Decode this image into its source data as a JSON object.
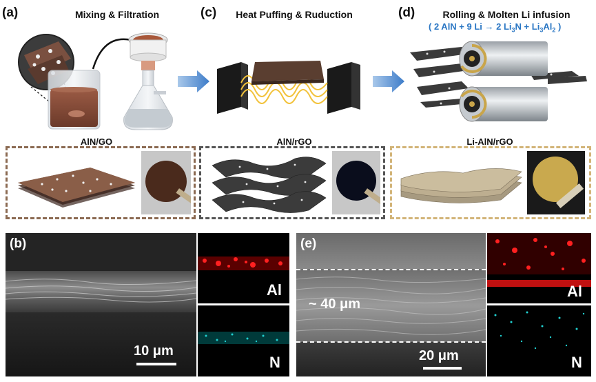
{
  "panels": {
    "a": {
      "label": "(a)",
      "title": "Mixing & Filtration",
      "material": "AlN/GO"
    },
    "c": {
      "label": "(c)",
      "title": "Heat Puffing & Ruduction",
      "material": "AlN/rGO"
    },
    "d": {
      "label": "(d)",
      "title": "Rolling & Molten Li infusion",
      "material": "Li-AlN/rGO"
    },
    "b": {
      "label": "(b)",
      "scale_bar": "10 μm",
      "eds_top": "Al",
      "eds_bottom": "N"
    },
    "e": {
      "label": "(e)",
      "scale_bar": "20 μm",
      "thickness": "~ 40 μm",
      "eds_top": "Al",
      "eds_bottom": "N"
    }
  },
  "equation": {
    "open": "( 2 AlN + 9 Li → 2 Li",
    "sub1": "3",
    "mid": "N + Li",
    "sub2": "3",
    "end": "Al",
    "sub3": "2",
    "close": " )"
  },
  "colors": {
    "frame_a": "#8b6a52",
    "frame_c": "#555555",
    "frame_d": "#d2b478",
    "arrow": "#3d7cc9",
    "eds_al": "#ff2020",
    "eds_n": "#20d0d0"
  }
}
